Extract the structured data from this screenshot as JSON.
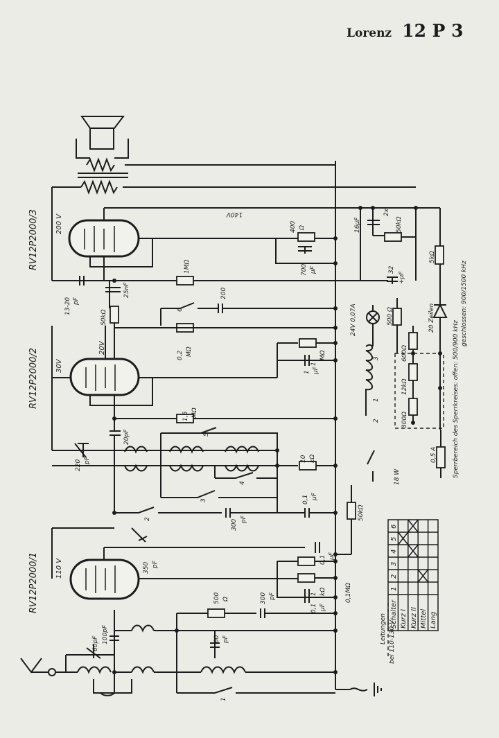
{
  "header": {
    "maker": "Lorenz",
    "model": "12 P 3"
  },
  "tubes": [
    {
      "type": "RV12P2000/3",
      "voltage": "200 V"
    },
    {
      "type": "RV12P2000/2",
      "voltage": "30V",
      "voltage2": "20V"
    },
    {
      "type": "RV12P2000/1",
      "voltage": "110 V"
    }
  ],
  "labels": {
    "v140": "140V",
    "r400": "400",
    "ohm": "Ω",
    "c700": "700",
    "uf": "μF",
    "c16": "16μF",
    "c2x": "2x",
    "r50k_top": "50kΩ",
    "r5k": "5kΩ",
    "c32": "32",
    "c32uf": "+μF",
    "c1320": "13-20",
    "pf": "pF",
    "c25nf": "25nF",
    "r1m": "1MΩ",
    "c200": "200",
    "r50k_mid": "50kΩ",
    "sw6": "6",
    "r02": "0,2",
    "mohm": "MΩ",
    "supply": "24V 0,07A",
    "r500": "500 Ω",
    "zeilen": "20 Zeilen",
    "r1m_mid": "1",
    "r600": "600Ω",
    "r12k": "12kΩ",
    "r300": "300Ω",
    "c1uf": "1",
    "r15": "1,5",
    "c20pf": "20pF",
    "c220": "220",
    "sw5": "5",
    "sw4": "4",
    "sw3": "3",
    "sw2": "2",
    "sw1": "1",
    "r10k": "10",
    "kohm": "kΩ",
    "c01": "0,1",
    "c300": "300",
    "r50k_low": "50kΩ",
    "fuse": "0,5 A",
    "watt": "18 W",
    "sperr1": "Sperrbereich des Sperrkreises: offen: 500/900 kHz",
    "sperr2": "geschlossen: 900/1500 kHz",
    "c350": "350",
    "c01b": "0,1",
    "r01m": "0,1MΩ",
    "c60pf": "60pF",
    "c100pf": "100pF",
    "r500b": "500",
    "c300b": "300",
    "c60": "60",
    "c01c": "0,1",
    "r1k": "1",
    "leit1": "Leitungen",
    "leit2": "bei 110-130 V",
    "coil1": "1",
    "coil2": "2",
    "coil3": "3"
  },
  "switch_table": {
    "header": [
      "Schalter",
      "1",
      "2",
      "3",
      "4",
      "5",
      "6"
    ],
    "rows": [
      "Kurz I",
      "Kurz II",
      "Mittel",
      "Lang"
    ]
  }
}
